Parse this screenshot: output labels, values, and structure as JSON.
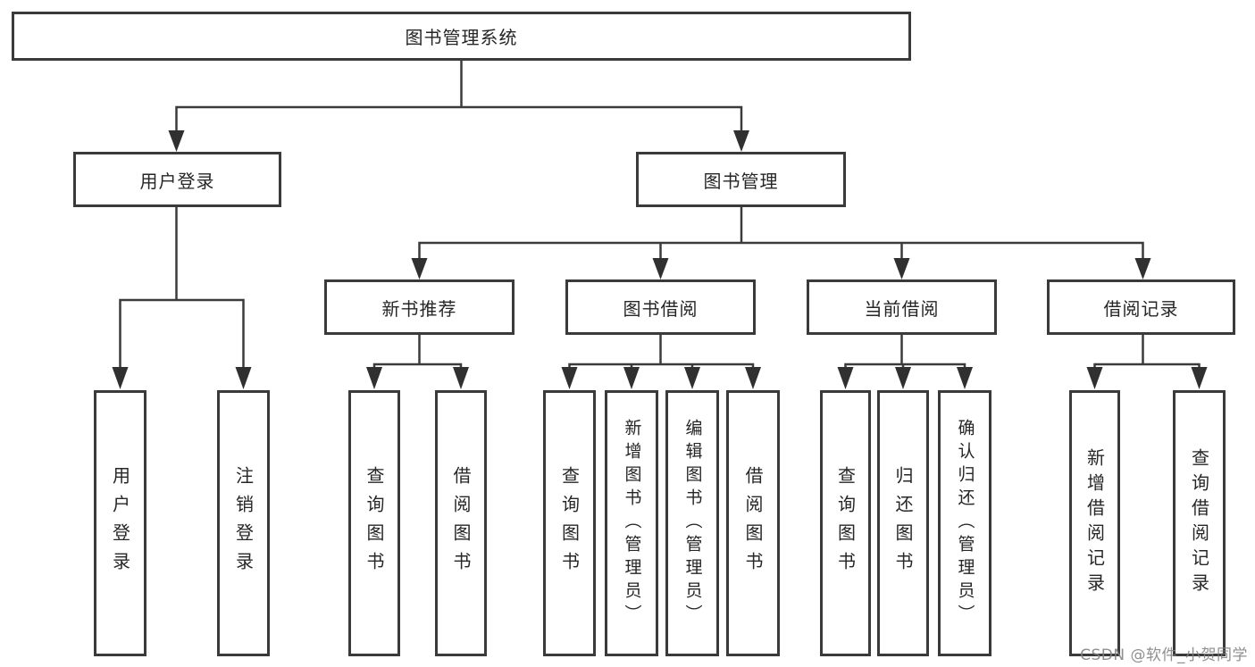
{
  "diagram": {
    "root": {
      "label": "图书管理系统"
    },
    "branches": [
      {
        "label": "用户登录",
        "children": [
          {
            "label": "用户登录"
          },
          {
            "label": "注销登录"
          }
        ]
      },
      {
        "label": "图书管理",
        "children": [
          {
            "label": "新书推荐",
            "children": [
              {
                "label": "查询图书"
              },
              {
                "label": "借阅图书"
              }
            ]
          },
          {
            "label": "图书借阅",
            "children": [
              {
                "label": "查询图书"
              },
              {
                "label": "新增图书（管理员）"
              },
              {
                "label": "编辑图书（管理员）"
              },
              {
                "label": "借阅图书"
              }
            ]
          },
          {
            "label": "当前借阅",
            "children": [
              {
                "label": "查询图书"
              },
              {
                "label": "归还图书"
              },
              {
                "label": "确认归还（管理员）"
              }
            ]
          },
          {
            "label": "借阅记录",
            "children": [
              {
                "label": "新增借阅记录"
              },
              {
                "label": "查询借阅记录"
              }
            ]
          }
        ]
      }
    ]
  },
  "watermark": "CSDN @软件_小贺同学",
  "colors": {
    "line": "#3b3b3b",
    "border": "#3a3a3a",
    "text": "#262626",
    "watermark_gray": "#808080",
    "background": "#ffffff"
  }
}
